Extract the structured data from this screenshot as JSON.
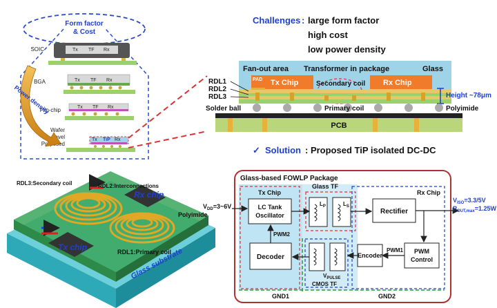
{
  "packages": {
    "top_label_line1": "Form factor",
    "top_label_line2": "& Cost",
    "soic": "SOIC",
    "bga": "BGA",
    "flipchip": "Flip-chip",
    "wafer1": "Wafer",
    "wafer2": "level",
    "proposed": "Proposed",
    "tx": "Tx",
    "tf": "TF",
    "tip": "TiP",
    "rx": "Rx",
    "power_density": "Power density"
  },
  "challenges": {
    "label": "Challenges",
    "colon": ":",
    "line1": "large form factor",
    "line2": "high cost",
    "line3": "low power density"
  },
  "cross_section": {
    "fanout": "Fan-out area",
    "transformer": "Transformer in package",
    "glass": "Glass",
    "pad": "PAD",
    "tx_chip": "Tx Chip",
    "rx_chip": "Rx Chip",
    "secondary_coil": "Secondary coil",
    "primary_coil": "Primary coil",
    "rdl1": "RDL1",
    "rdl2": "RDL2",
    "rdl3": "RDL3",
    "solder_ball": "Solder ball",
    "height": "Height ~78μm",
    "polyimide": "Polyimide",
    "pcb": "PCB"
  },
  "solution": {
    "check": "✓",
    "label": "Solution",
    "text": ": Proposed TiP isolated DC-DC"
  },
  "view3d": {
    "rdl3": "RDL3:Secondary coil",
    "rdl2": "RDL2:Interconnections",
    "rx_chip": "Rx chip",
    "polyimide": "Polyimide",
    "tx_chip": "Tx chip",
    "rdl1": "RDL1:Primary coil",
    "glass_substrate": "Glass substrate"
  },
  "block": {
    "title": "Glass-based FOWLP Package",
    "glass_tf": "Glass TF",
    "tx_chip": "Tx Chip",
    "rx_chip": "Rx Chip",
    "vdd": "V",
    "vdd_sub": "DD",
    "vdd_val": "=3~6V",
    "lc1": "LC Tank",
    "lc2": "Oscillator",
    "lp": "L",
    "lp_sub": "P",
    "ls": "L",
    "ls_sub": "S",
    "rectifier": "Rectifier",
    "viso": "V",
    "viso_sub": "ISO",
    "viso_val": "=3.3/5V",
    "pout": "P",
    "pout_sub": "OUT,max",
    "pout_val": "=1.25W",
    "pwm2": "PWM2",
    "decoder": "Decoder",
    "vpulse": "V",
    "vpulse_sub": "PULSE",
    "encoder": "Encoder",
    "pwm1": "PWM1",
    "pwm_ctrl1": "PWM",
    "pwm_ctrl2": "Control",
    "cmos_tf": "CMOS TF",
    "gnd1": "GND1",
    "gnd2": "GND2"
  },
  "colors": {
    "glass": "#9fd3e8",
    "chip": "#f07b2a",
    "pcb": "#b9d77a",
    "gold": "#d7a22a",
    "tx_region": "#bfe4f4",
    "accent_blue": "#1f3fd0",
    "title_red": "#c0392b"
  }
}
